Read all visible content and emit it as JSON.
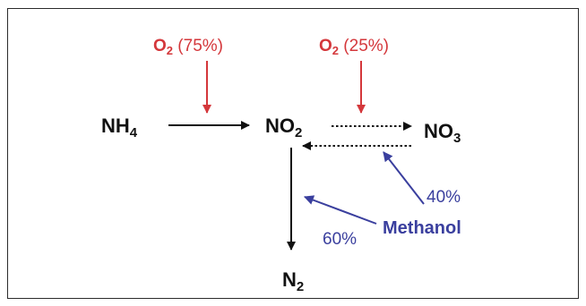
{
  "nodes": {
    "nh4": {
      "main": "NH",
      "sub": "4"
    },
    "no2": {
      "main": "NO",
      "sub": "2"
    },
    "no3": {
      "main": "NO",
      "sub": "3"
    },
    "n2": {
      "main": "N",
      "sub": "2"
    }
  },
  "oxygen_inputs": [
    {
      "letter": "O",
      "sub": "2",
      "share": " (75%)"
    },
    {
      "letter": "O",
      "sub": "2",
      "share": " (25%)"
    }
  ],
  "methanol": {
    "label": "Methanol",
    "to_no3_return": "40%",
    "to_n2": "60%"
  },
  "colors": {
    "oxygen": "#d4373b",
    "methanol": "#3a3f9e",
    "main_arrow": "#111111",
    "frame": "#2b2b2b"
  }
}
